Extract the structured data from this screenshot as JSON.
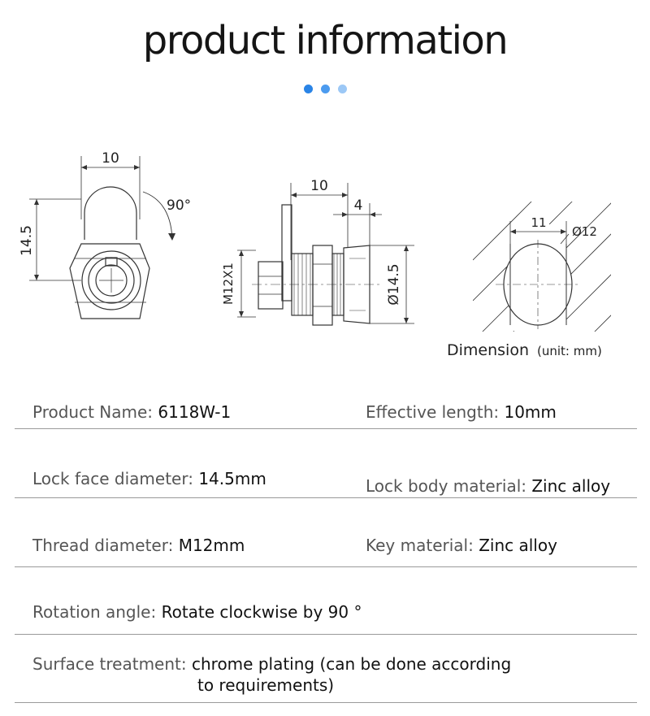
{
  "header": {
    "title": "product information",
    "dots": [
      "#2a84e6",
      "#4c9bef",
      "#9cc8f6"
    ]
  },
  "drawing": {
    "front_view": {
      "width_label": "10",
      "height_label": "14.5",
      "rotation_label": "90°"
    },
    "side_view": {
      "length_label": "10",
      "face_label": "4",
      "thread_label": "M12X1",
      "diameter_label": "Ø14.5"
    },
    "cutout_view": {
      "width_label": "11",
      "diameter_label": "Ø12"
    },
    "caption": "Dimension",
    "unit": "(unit: mm)"
  },
  "specs": {
    "product_name": {
      "key": "Product Name: ",
      "value": "6118W-1"
    },
    "effective_length": {
      "key": "Effective length: ",
      "value": "10mm"
    },
    "lock_face_diameter": {
      "key": "Lock face diameter: ",
      "value": "14.5mm"
    },
    "lock_body_material": {
      "key": "Lock body material: ",
      "value": "Zinc alloy"
    },
    "thread_diameter": {
      "key": "Thread diameter: ",
      "value": "M12mm"
    },
    "key_material": {
      "key": "Key material: ",
      "value": "Zinc alloy"
    },
    "rotation_angle": {
      "key": "Rotation angle: ",
      "value": "Rotate clockwise by 90 °"
    },
    "surface_treatment": {
      "key": "Surface treatment: ",
      "value_line1": "chrome plating (can be done according",
      "value_line2": "to requirements)"
    }
  }
}
